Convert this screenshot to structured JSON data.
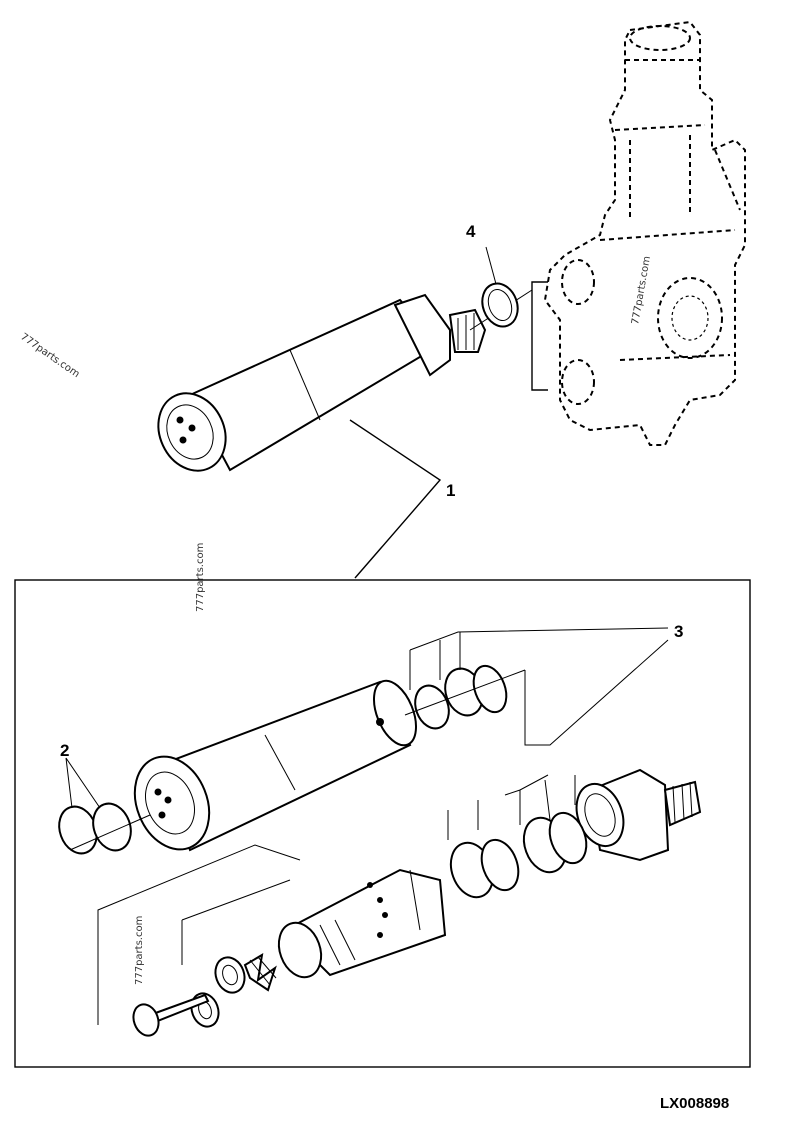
{
  "callouts": {
    "item_1": "1",
    "item_2": "2",
    "item_3": "3",
    "item_4": "4"
  },
  "figure_id": "LX008898",
  "watermarks": [
    "777parts.com",
    "777parts.com",
    "777parts.com",
    "777parts.com"
  ]
}
